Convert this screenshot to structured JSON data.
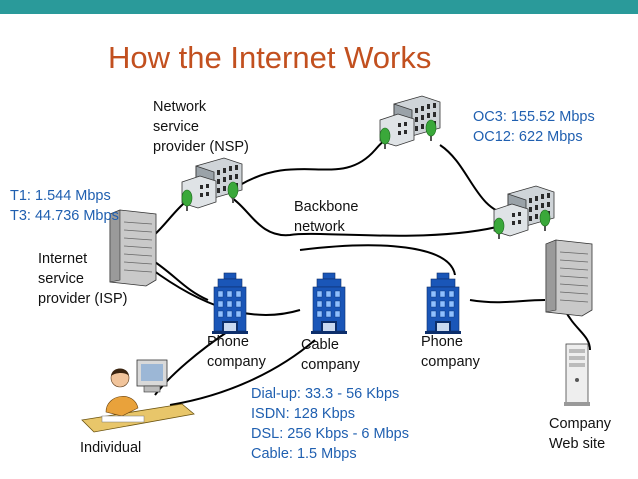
{
  "title": "How the Internet Works",
  "nsp": {
    "lines": [
      "Network",
      "service",
      "provider (NSP)"
    ]
  },
  "oc": {
    "lines": [
      "OC3:   155.52 Mbps",
      "OC12: 622 Mbps"
    ]
  },
  "t_lines": {
    "lines": [
      "T1:   1.544 Mbps",
      "T3: 44.736 Mbps"
    ]
  },
  "backbone": {
    "lines": [
      "Backbone",
      "network"
    ]
  },
  "isp": {
    "lines": [
      "Internet",
      "service",
      "provider (ISP)"
    ]
  },
  "phone1": {
    "lines": [
      "Phone",
      "company"
    ]
  },
  "cable": {
    "lines": [
      "Cable",
      "company"
    ]
  },
  "phone2": {
    "lines": [
      "Phone",
      "company"
    ]
  },
  "access": {
    "lines": [
      "Dial-up: 33.3 - 56 Kbps",
      "ISDN:  128 Kbps",
      "DSL:    256 Kbps - 6 Mbps",
      "Cable: 1.5 Mbps"
    ]
  },
  "company": {
    "lines": [
      "Company",
      "Web site"
    ]
  },
  "individual": "Individual",
  "colors": {
    "accent_bar": "#2a9a9a",
    "title": "#c2501f",
    "speed_text": "#1f5fb0",
    "building_blue": "#1a56b8"
  }
}
